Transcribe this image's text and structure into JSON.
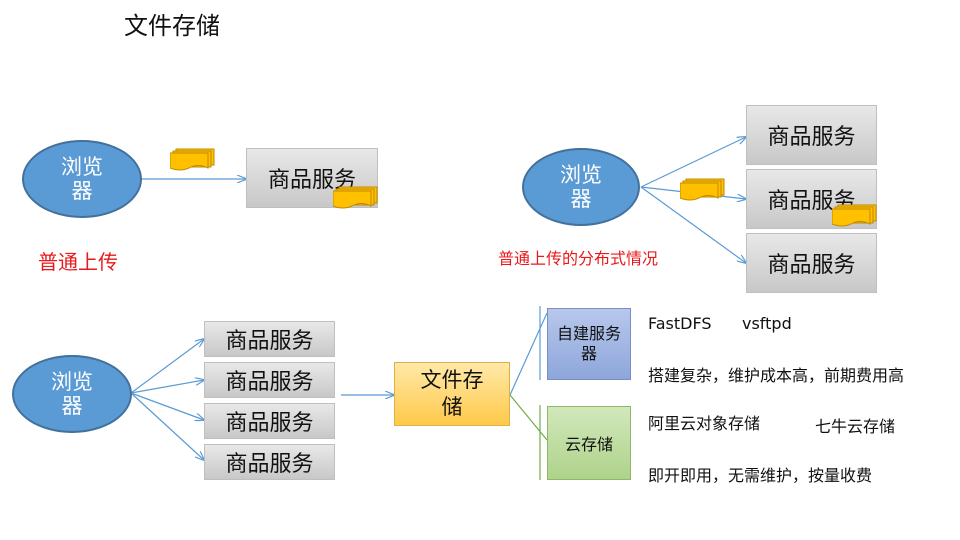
{
  "title": "文件存储",
  "colors": {
    "browser": "#5b9bd5",
    "server_box": "#d0d0d0",
    "storage": "#ffc94a",
    "self_built": "#8ea6db",
    "cloud": "#aed38a",
    "label_red": "#e8191b",
    "arrow": "#5b9bd5"
  },
  "icons": [
    "file-stack-icon"
  ],
  "section_normal": {
    "browser": "浏览器",
    "service": "商品服务",
    "caption": "普通上传"
  },
  "section_distributed": {
    "browser": "浏览器",
    "services": [
      "商品服务",
      "商品服务",
      "商品服务"
    ],
    "caption": "普通上传的分布式情况"
  },
  "section_storage": {
    "browser": "浏览器",
    "services": [
      "商品服务",
      "商品服务",
      "商品服务",
      "商品服务"
    ],
    "storage": "文件存储",
    "self_built": {
      "label": "自建服务器",
      "products": [
        "FastDFS",
        "vsftpd"
      ],
      "note": "搭建复杂，维护成本高，前期费用高"
    },
    "cloud": {
      "label": "云存储",
      "products": [
        "阿里云对象存储",
        "七牛云存储"
      ],
      "note": "即开即用，无需维护，按量收费"
    }
  }
}
